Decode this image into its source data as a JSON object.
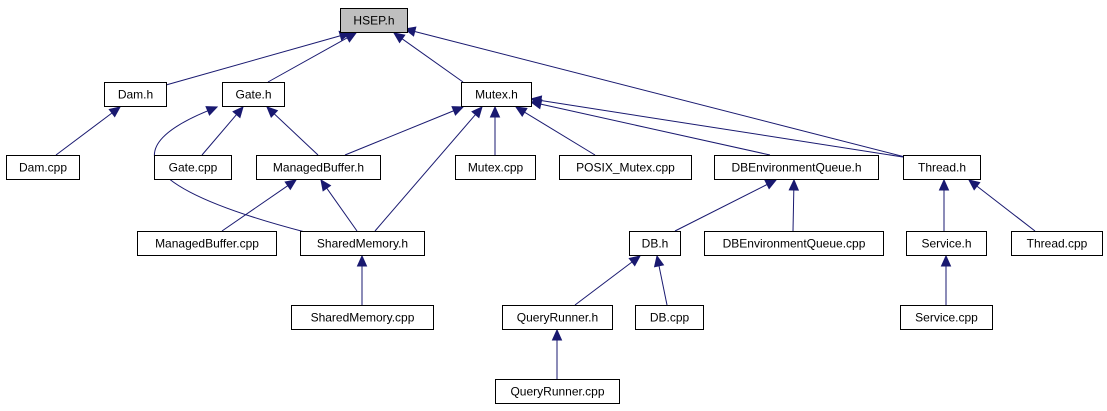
{
  "colors": {
    "edge": "#191970",
    "root_fill": "#bfbfbf",
    "node_fill": "#ffffff",
    "border": "#000000"
  },
  "nodes": {
    "hsep_h": {
      "label": "HSEP.h",
      "root": true
    },
    "dam_h": {
      "label": "Dam.h"
    },
    "gate_h": {
      "label": "Gate.h"
    },
    "mutex_h": {
      "label": "Mutex.h"
    },
    "dam_cpp": {
      "label": "Dam.cpp"
    },
    "gate_cpp": {
      "label": "Gate.cpp"
    },
    "managedbuffer_h": {
      "label": "ManagedBuffer.h"
    },
    "mutex_cpp": {
      "label": "Mutex.cpp"
    },
    "posix_mutex_cpp": {
      "label": "POSIX_Mutex.cpp"
    },
    "dbenvqueue_h": {
      "label": "DBEnvironmentQueue.h"
    },
    "thread_h": {
      "label": "Thread.h"
    },
    "managedbuffer_cpp": {
      "label": "ManagedBuffer.cpp"
    },
    "sharedmemory_h": {
      "label": "SharedMemory.h"
    },
    "db_h": {
      "label": "DB.h"
    },
    "dbenvqueue_cpp": {
      "label": "DBEnvironmentQueue.cpp"
    },
    "service_h": {
      "label": "Service.h"
    },
    "thread_cpp": {
      "label": "Thread.cpp"
    },
    "sharedmemory_cpp": {
      "label": "SharedMemory.cpp"
    },
    "queryrunner_h": {
      "label": "QueryRunner.h"
    },
    "db_cpp": {
      "label": "DB.cpp"
    },
    "service_cpp": {
      "label": "Service.cpp"
    },
    "queryrunner_cpp": {
      "label": "QueryRunner.cpp"
    }
  },
  "edges": [
    {
      "from": "dam_h",
      "to": "hsep_h"
    },
    {
      "from": "gate_h",
      "to": "hsep_h"
    },
    {
      "from": "mutex_h",
      "to": "hsep_h"
    },
    {
      "from": "thread_h",
      "to": "hsep_h"
    },
    {
      "from": "dam_cpp",
      "to": "dam_h"
    },
    {
      "from": "gate_cpp",
      "to": "gate_h"
    },
    {
      "from": "managedbuffer_h",
      "to": "gate_h"
    },
    {
      "from": "sharedmemory_h",
      "to": "gate_h"
    },
    {
      "from": "managedbuffer_h",
      "to": "mutex_h"
    },
    {
      "from": "sharedmemory_h",
      "to": "mutex_h"
    },
    {
      "from": "mutex_cpp",
      "to": "mutex_h"
    },
    {
      "from": "posix_mutex_cpp",
      "to": "mutex_h"
    },
    {
      "from": "dbenvqueue_h",
      "to": "mutex_h"
    },
    {
      "from": "thread_h",
      "to": "mutex_h"
    },
    {
      "from": "managedbuffer_cpp",
      "to": "managedbuffer_h"
    },
    {
      "from": "sharedmemory_h",
      "to": "managedbuffer_h"
    },
    {
      "from": "db_h",
      "to": "dbenvqueue_h"
    },
    {
      "from": "dbenvqueue_cpp",
      "to": "dbenvqueue_h"
    },
    {
      "from": "service_h",
      "to": "thread_h"
    },
    {
      "from": "thread_cpp",
      "to": "thread_h"
    },
    {
      "from": "sharedmemory_cpp",
      "to": "sharedmemory_h"
    },
    {
      "from": "queryrunner_h",
      "to": "db_h"
    },
    {
      "from": "db_cpp",
      "to": "db_h"
    },
    {
      "from": "service_cpp",
      "to": "service_h"
    },
    {
      "from": "queryrunner_cpp",
      "to": "queryrunner_h"
    }
  ]
}
